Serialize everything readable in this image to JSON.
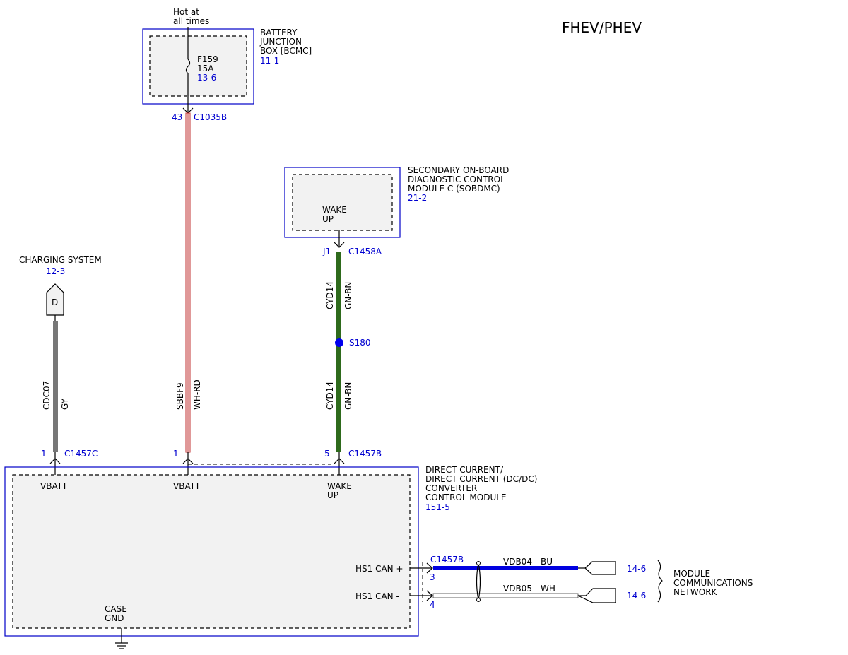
{
  "header": {
    "title": "FHEV/PHEV"
  },
  "power_source": {
    "label_line1": "Hot at",
    "label_line2": "all times"
  },
  "battery_junction_box": {
    "name_line1": "BATTERY",
    "name_line2": "JUNCTION",
    "name_line3": "BOX [BCMC]",
    "ref": "11-1",
    "fuse": {
      "id": "F159",
      "rating": "15A",
      "ref": "13-6"
    },
    "connector": {
      "pin": "43",
      "id": "C1035B"
    }
  },
  "sobdmc": {
    "name_line1": "SECONDARY ON-BOARD",
    "name_line2": "DIAGNOSTIC CONTROL",
    "name_line3": "MODULE C (SOBDMC)",
    "ref": "21-2",
    "pin_label_line1": "WAKE",
    "pin_label_line2": "UP",
    "connector": {
      "pin": "J1",
      "id": "C1458A"
    }
  },
  "charging_system": {
    "name": "CHARGING SYSTEM",
    "ref": "12-3",
    "terminal": "D"
  },
  "wires": {
    "cdc07": {
      "circuit": "CDC07",
      "color": "GY",
      "hex": "#777777"
    },
    "sbbf9": {
      "circuit": "SBBF9",
      "color": "WH-RD",
      "hex": "#c03030"
    },
    "cyd14_upper": {
      "circuit": "CYD14",
      "color": "GN-BN",
      "hex": "#2e6a1c"
    },
    "cyd14_lower": {
      "circuit": "CYD14",
      "color": "GN-BN",
      "hex": "#2e6a1c"
    },
    "vdb04": {
      "circuit": "VDB04",
      "color": "BU",
      "hex": "#0000e0"
    },
    "vdb05": {
      "circuit": "VDB05",
      "color": "WH",
      "hex": "#ffffff"
    }
  },
  "splice": {
    "id": "S180"
  },
  "dcdc_module": {
    "name_line1": "DIRECT CURRENT/",
    "name_line2": "DIRECT CURRENT (DC/DC)",
    "name_line3": "CONVERTER",
    "name_line4": "CONTROL MODULE",
    "ref": "151-5",
    "pins": {
      "vbatt1": "VBATT",
      "vbatt2": "VBATT",
      "wake_line1": "WAKE",
      "wake_line2": "UP",
      "can_plus": "HS1 CAN +",
      "can_minus": "HS1 CAN -",
      "case_line1": "CASE",
      "case_line2": "GND"
    },
    "connectors": {
      "c1457c": {
        "pin": "1",
        "id": "C1457C"
      },
      "vbatt_pin": {
        "pin": "1"
      },
      "c1457b_wake": {
        "pin": "5",
        "id": "C1457B"
      },
      "c1457b_can": {
        "id": "C1457B",
        "pin_plus": "3",
        "pin_minus": "4"
      }
    }
  },
  "network": {
    "ref_plus": "14-6",
    "ref_minus": "14-6",
    "name_line1": "MODULE",
    "name_line2": "COMMUNICATIONS",
    "name_line3": "NETWORK"
  }
}
